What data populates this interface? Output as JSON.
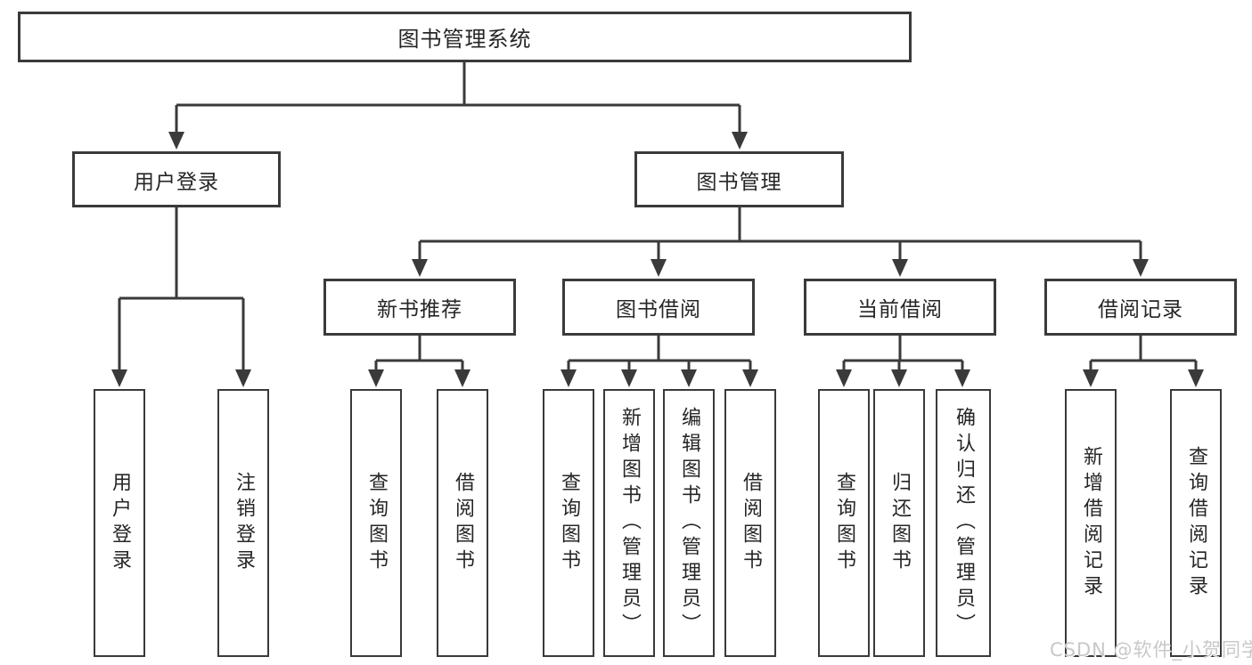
{
  "page": {
    "watermark": "CSDN @软件_小贺同学"
  },
  "colors": {
    "line": "#3a3a3a",
    "box_border": "#3a3a3a",
    "text": "#262626",
    "watermark": "#c8c8c8",
    "background": "#ffffff"
  },
  "tree": {
    "root": {
      "label": "图书管理系统"
    },
    "branches": [
      {
        "label": "用户登录",
        "children": [
          {
            "label": "用户登录"
          },
          {
            "label": "注销登录"
          }
        ]
      },
      {
        "label": "图书管理",
        "groups": [
          {
            "label": "新书推荐",
            "children": [
              {
                "label": "查询图书"
              },
              {
                "label": "借阅图书"
              }
            ]
          },
          {
            "label": "图书借阅",
            "children": [
              {
                "label": "查询图书"
              },
              {
                "label": "新增图书（管理员）"
              },
              {
                "label": "编辑图书（管理员）"
              },
              {
                "label": "借阅图书"
              }
            ]
          },
          {
            "label": "当前借阅",
            "children": [
              {
                "label": "查询图书"
              },
              {
                "label": "归还图书"
              },
              {
                "label": "确认归还（管理员）"
              }
            ]
          },
          {
            "label": "借阅记录",
            "children": [
              {
                "label": "新增借阅记录"
              },
              {
                "label": "查询借阅记录"
              }
            ]
          }
        ]
      }
    ]
  }
}
